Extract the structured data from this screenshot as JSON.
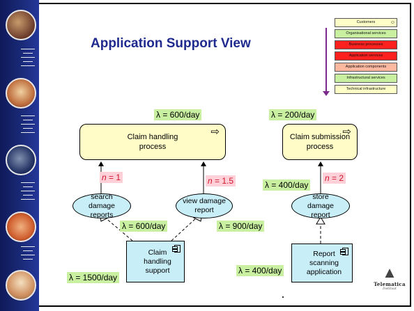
{
  "slide": {
    "title": "Application Support View"
  },
  "layer_stack": [
    {
      "label": "Customers",
      "color": "#ffffc8",
      "actor_icon": true
    },
    {
      "label": "Organisational services",
      "color": "#c8f0a0"
    },
    {
      "label": "Business processes",
      "color": "#ff2020"
    },
    {
      "label": "Application services",
      "color": "#ff2020"
    },
    {
      "label": "Application components",
      "color": "#ffb8a0"
    },
    {
      "label": "Infrastructural services",
      "color": "#c8f0a0"
    },
    {
      "label": "Technical infrastructure",
      "color": "#ffffc8"
    }
  ],
  "processes": {
    "claim_handling": {
      "label": "Claim handling process",
      "load": "λ = 600/day"
    },
    "claim_submission": {
      "label": "Claim submission process",
      "load": "λ = 200/day"
    }
  },
  "services": {
    "search_damage_reports": {
      "label": "search damage reports",
      "n": "1",
      "load": "λ = 600/day"
    },
    "view_damage_report": {
      "label": "view damage report",
      "n": "1.5",
      "load": "λ = 900/day"
    },
    "store_damage_report": {
      "label": "store damage report",
      "n": "2",
      "load": "λ = 400/day"
    }
  },
  "components": {
    "claim_handling_support": {
      "label": "Claim handling support",
      "load": "λ = 1500/day"
    },
    "report_scanning_application": {
      "label": "Report scanning application",
      "load": "λ = 400/day"
    }
  },
  "n_prefix": "n",
  "n_equals": " = ",
  "logo": {
    "name": "Telematica",
    "subtitle": "Instituut"
  },
  "colors": {
    "title": "#1f2a8e",
    "process_fill": "#fffcc8",
    "service_fill": "#c8eef8",
    "lambda_bg": "#c8f0a0",
    "n_bg": "#ffd0d8",
    "n_text": "#d0142c",
    "sidebar": "#1a2a78"
  },
  "icons": {
    "process_arrow": "⇨",
    "actor": "☺",
    "logo_mark": "▲"
  }
}
